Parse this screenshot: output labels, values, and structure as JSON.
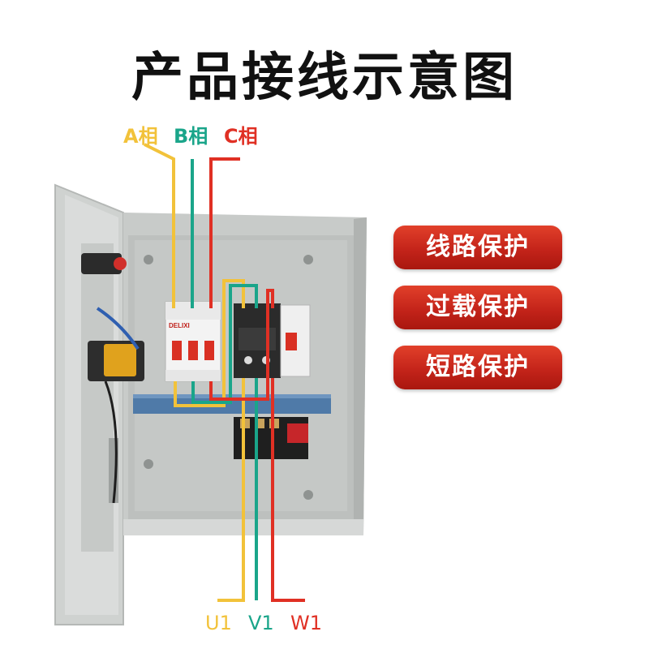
{
  "title": "产品接线示意图",
  "phases": [
    {
      "label": "A相",
      "color": "#f2c23a"
    },
    {
      "label": "B相",
      "color": "#1aa58a"
    },
    {
      "label": "C相",
      "color": "#e03024"
    }
  ],
  "terminals": [
    {
      "label": "U1",
      "color": "#f2c23a"
    },
    {
      "label": "V1",
      "color": "#1aa58a"
    },
    {
      "label": "W1",
      "color": "#e03024"
    }
  ],
  "features": [
    "线路保护",
    "过载保护",
    "短路保护"
  ],
  "breaker_brand": "DELIXI",
  "colors": {
    "badge_red": "#d12a1d",
    "cabinet": "#d3d6d4"
  }
}
